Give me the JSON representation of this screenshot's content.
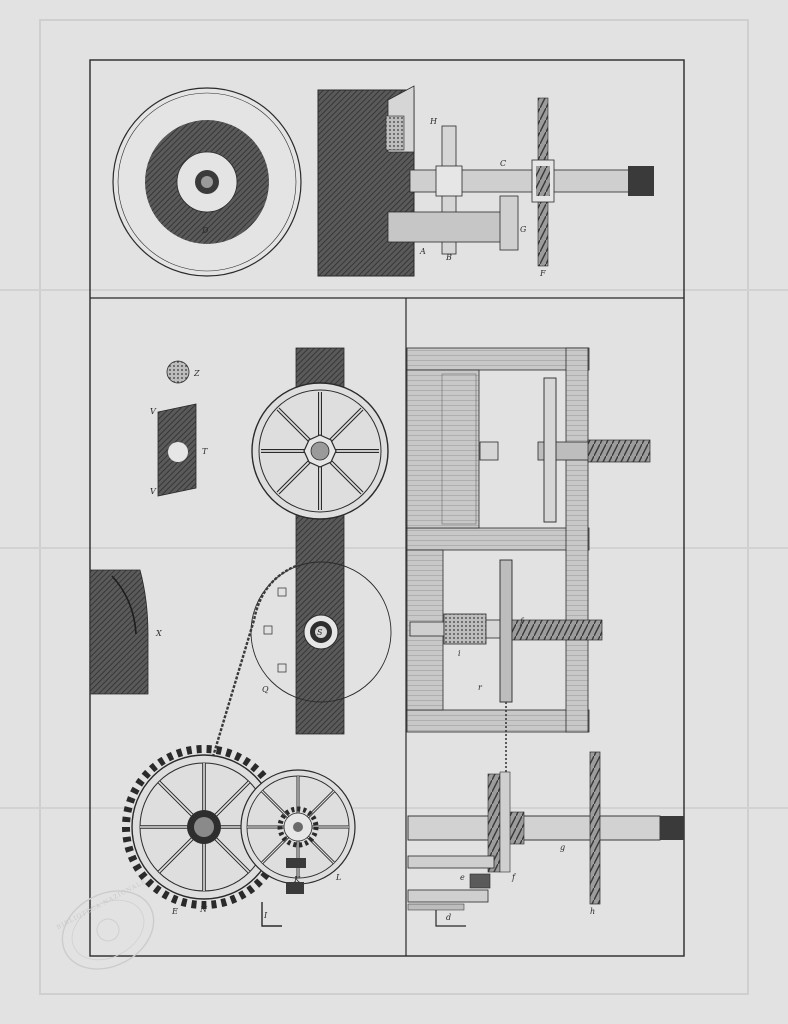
{
  "plate": {
    "colors": {
      "paper": "#e2e2e2",
      "ink": "#2a2a2a",
      "dark_fill": "#4a4a4a",
      "mid_fill": "#9a9a9a",
      "light_fill": "#d6d6d6"
    }
  },
  "labels": {
    "A": "A",
    "B": "B",
    "C": "C",
    "F": "F",
    "G": "G",
    "H": "H",
    "D": "D",
    "Z": "Z",
    "T": "T",
    "V1": "V",
    "V2": "V",
    "S": "S",
    "Q": "Q",
    "X": "X",
    "K": "K",
    "L": "L",
    "N": "N",
    "I": "I",
    "E": "E",
    "g": "g",
    "f1": "f",
    "f2": "f",
    "h": "h",
    "e": "e",
    "d": "d",
    "i": "i",
    "r": "r"
  },
  "stamp": {
    "text": "BIBLIOTECA NAZIONALE"
  }
}
